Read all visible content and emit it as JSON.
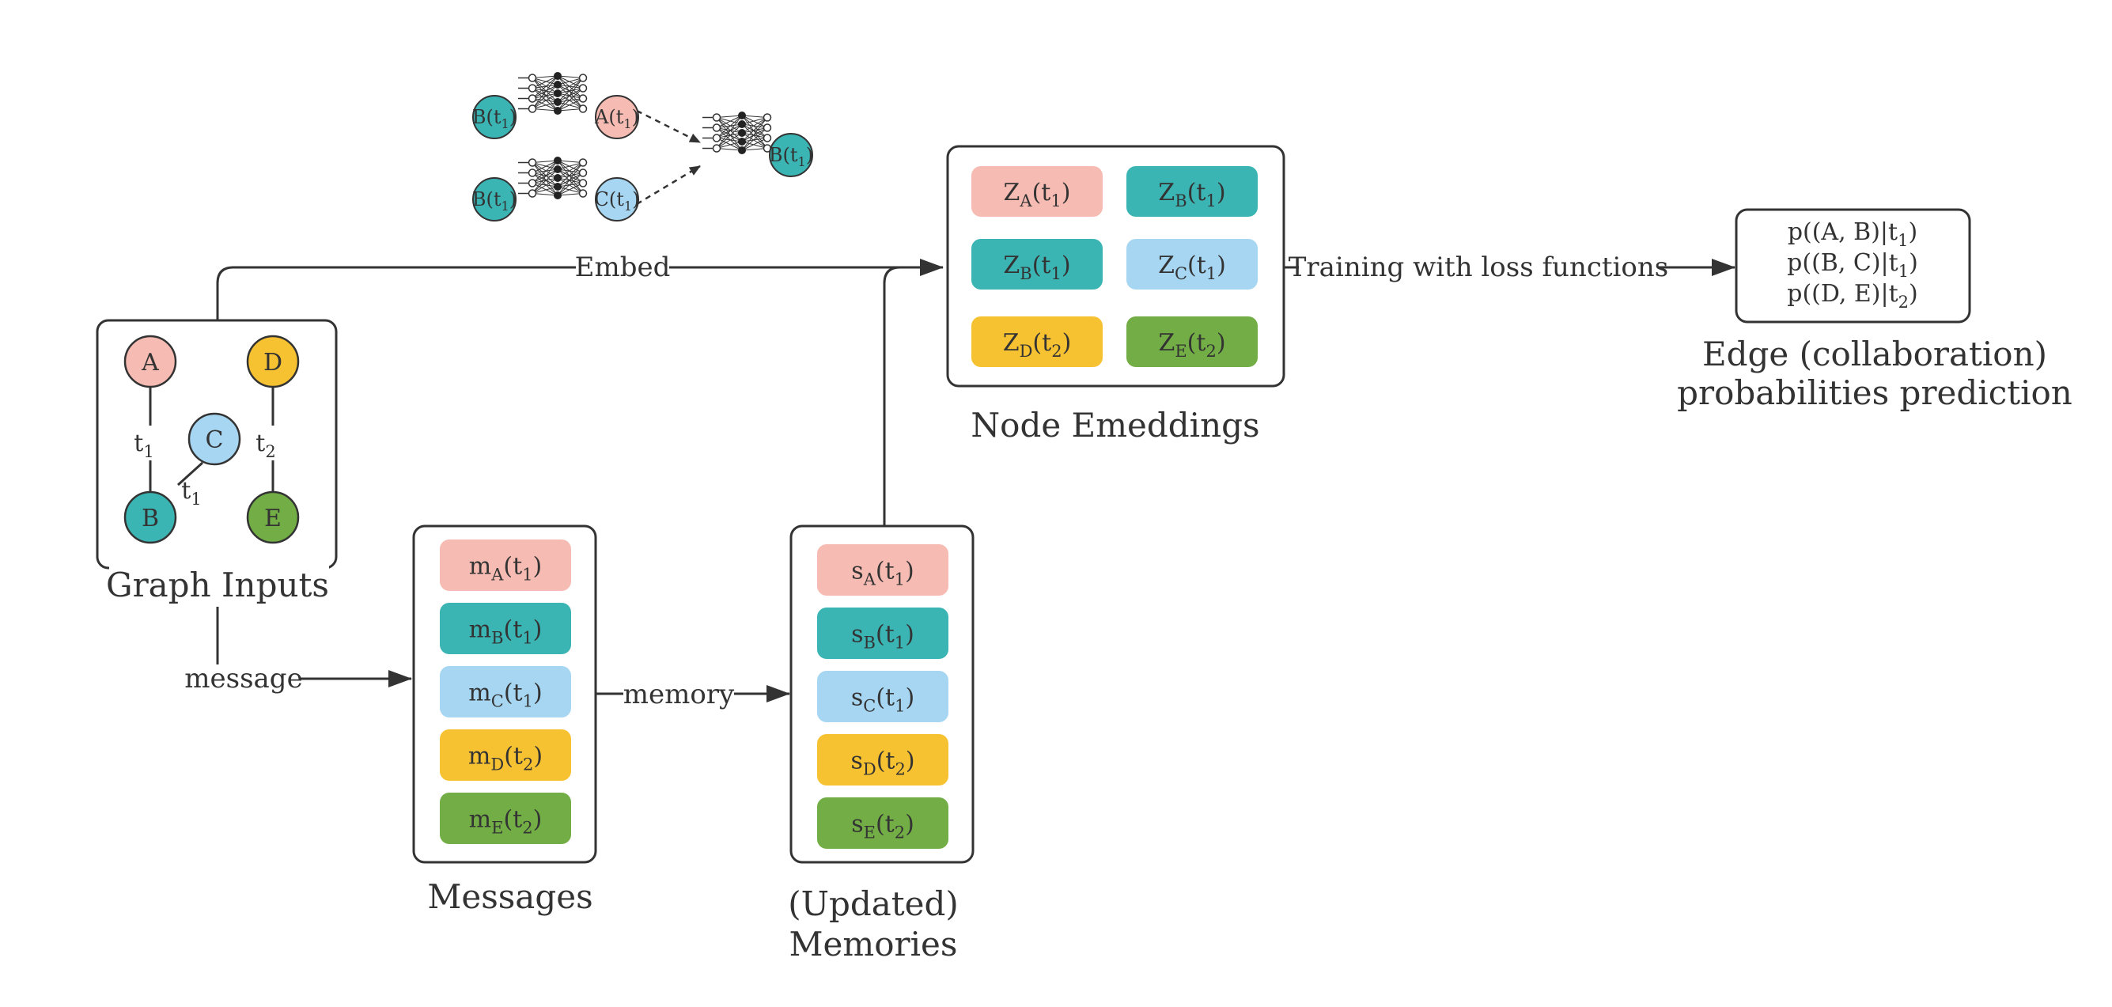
{
  "colors": {
    "A": "#f6bbb2",
    "B": "#3bb4b4",
    "C": "#a6d6f2",
    "D": "#f7c231",
    "E": "#72ae45",
    "line": "#333333"
  },
  "graph_inputs": {
    "caption": "Graph Inputs",
    "nodes": [
      {
        "id": "A",
        "label": "A"
      },
      {
        "id": "B",
        "label": "B"
      },
      {
        "id": "C",
        "label": "C"
      },
      {
        "id": "D",
        "label": "D"
      },
      {
        "id": "E",
        "label": "E"
      }
    ],
    "edges": [
      {
        "from": "A",
        "to": "B",
        "label": "t",
        "sub": "1"
      },
      {
        "from": "C",
        "to": "B",
        "label": "t",
        "sub": "1"
      },
      {
        "from": "D",
        "to": "E",
        "label": "t",
        "sub": "2"
      }
    ]
  },
  "messages": {
    "caption": "Messages",
    "items": [
      {
        "base": "m",
        "node": "A",
        "t": "t",
        "tsub": "1",
        "color": "A"
      },
      {
        "base": "m",
        "node": "B",
        "t": "t",
        "tsub": "1",
        "color": "B"
      },
      {
        "base": "m",
        "node": "C",
        "t": "t",
        "tsub": "1",
        "color": "C"
      },
      {
        "base": "m",
        "node": "D",
        "t": "t",
        "tsub": "2",
        "color": "D"
      },
      {
        "base": "m",
        "node": "E",
        "t": "t",
        "tsub": "2",
        "color": "E"
      }
    ]
  },
  "memories": {
    "caption_line1": "(Updated)",
    "caption_line2": "Memories",
    "items": [
      {
        "base": "s",
        "node": "A",
        "t": "t",
        "tsub": "1",
        "color": "A"
      },
      {
        "base": "s",
        "node": "B",
        "t": "t",
        "tsub": "1",
        "color": "B"
      },
      {
        "base": "s",
        "node": "C",
        "t": "t",
        "tsub": "1",
        "color": "C"
      },
      {
        "base": "s",
        "node": "D",
        "t": "t",
        "tsub": "2",
        "color": "D"
      },
      {
        "base": "s",
        "node": "E",
        "t": "t",
        "tsub": "2",
        "color": "E"
      }
    ]
  },
  "embeddings": {
    "caption": "Node Emeddings",
    "items": [
      {
        "base": "Z",
        "node": "A",
        "t": "t",
        "tsub": "1",
        "color": "A"
      },
      {
        "base": "Z",
        "node": "B",
        "t": "t",
        "tsub": "1",
        "color": "B"
      },
      {
        "base": "Z",
        "node": "B",
        "t": "t",
        "tsub": "1",
        "color": "B"
      },
      {
        "base": "Z",
        "node": "C",
        "t": "t",
        "tsub": "1",
        "color": "C"
      },
      {
        "base": "Z",
        "node": "D",
        "t": "t",
        "tsub": "2",
        "color": "D"
      },
      {
        "base": "Z",
        "node": "E",
        "t": "t",
        "tsub": "2",
        "color": "E"
      }
    ]
  },
  "predictions": {
    "caption_line1": "Edge (collaboration)",
    "caption_line2": "probabilities prediction",
    "items": [
      {
        "text": "p((A, B)|t",
        "sub": "1",
        "close": ")"
      },
      {
        "text": "p((B, C)|t",
        "sub": "1",
        "close": ")"
      },
      {
        "text": "p((D, E)|t",
        "sub": "2",
        "close": ")"
      }
    ]
  },
  "arrows": {
    "embed": "Embed",
    "message": "message",
    "memory": "memory",
    "training": "Training with loss functions"
  },
  "mlp": {
    "inputs": [
      {
        "label": "B(t",
        "sub": "1",
        "close": ")",
        "color": "B"
      },
      {
        "label": "A(t",
        "sub": "1",
        "close": ")",
        "color": "A"
      },
      {
        "label": "B(t",
        "sub": "1",
        "close": ")",
        "color": "B"
      },
      {
        "label": "C(t",
        "sub": "1",
        "close": ")",
        "color": "C"
      }
    ],
    "output": {
      "label": "B(t",
      "sub": "1",
      "close": ")",
      "color": "B"
    }
  }
}
